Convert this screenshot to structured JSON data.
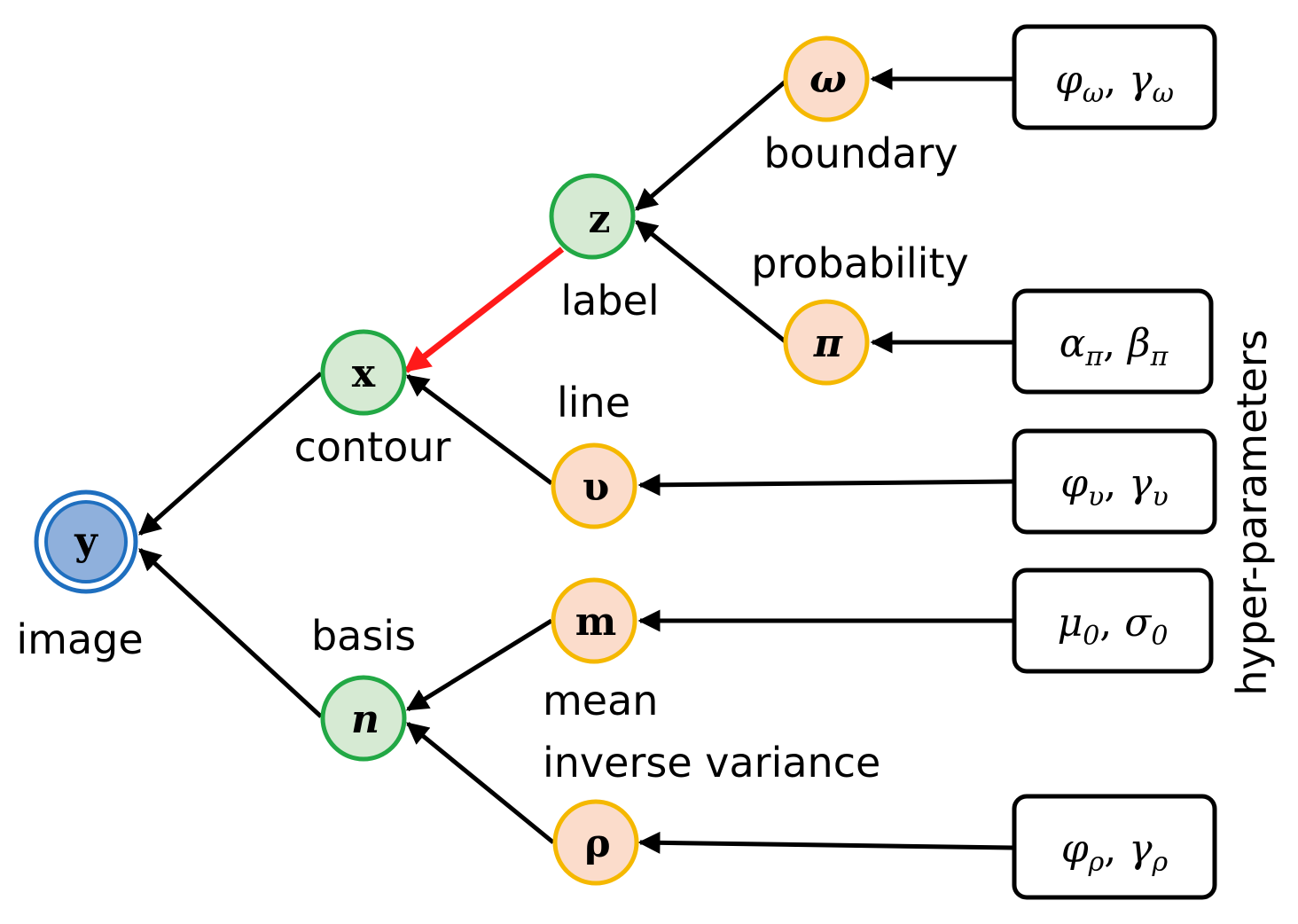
{
  "nodes": {
    "y": {
      "symbol": "y",
      "label": "image"
    },
    "x": {
      "symbol": "x",
      "label": "contour"
    },
    "n": {
      "symbol": "n",
      "label": "basis"
    },
    "z": {
      "symbol": "z",
      "label": "label"
    },
    "v": {
      "symbol": "υ",
      "label": "line"
    },
    "omega": {
      "symbol": "ω",
      "label": "boundary"
    },
    "pi": {
      "symbol": "π",
      "label": "probability"
    },
    "m": {
      "symbol": "m",
      "label": "mean"
    },
    "rho": {
      "symbol": "ρ",
      "label": "inverse variance"
    }
  },
  "hyperparameters": {
    "title": "hyper-parameters",
    "omega": {
      "a": "φ",
      "a_sub": "ω",
      "sep": ", ",
      "b": "γ",
      "b_sub": "ω"
    },
    "pi": {
      "a": "α",
      "a_sub": "π",
      "sep": ", ",
      "b": "β",
      "b_sub": "π"
    },
    "v": {
      "a": "φ",
      "a_sub": "υ",
      "sep": ", ",
      "b": "γ",
      "b_sub": "υ"
    },
    "m": {
      "a": "μ",
      "a_sub": "0",
      "sep": ", ",
      "b": "σ",
      "b_sub": "0"
    },
    "rho": {
      "a": "φ",
      "a_sub": "ρ",
      "sep": ", ",
      "b": "γ",
      "b_sub": "ρ"
    }
  },
  "colors": {
    "observed_fill": "#8fb0dc",
    "observed_stroke": "#1f6fbf",
    "latent_fill": "#d6ead3",
    "latent_stroke": "#22a845",
    "param_fill": "#fbdccb",
    "param_stroke": "#f5b800",
    "edge": "#000000",
    "highlight_edge": "#ff1a1a"
  }
}
